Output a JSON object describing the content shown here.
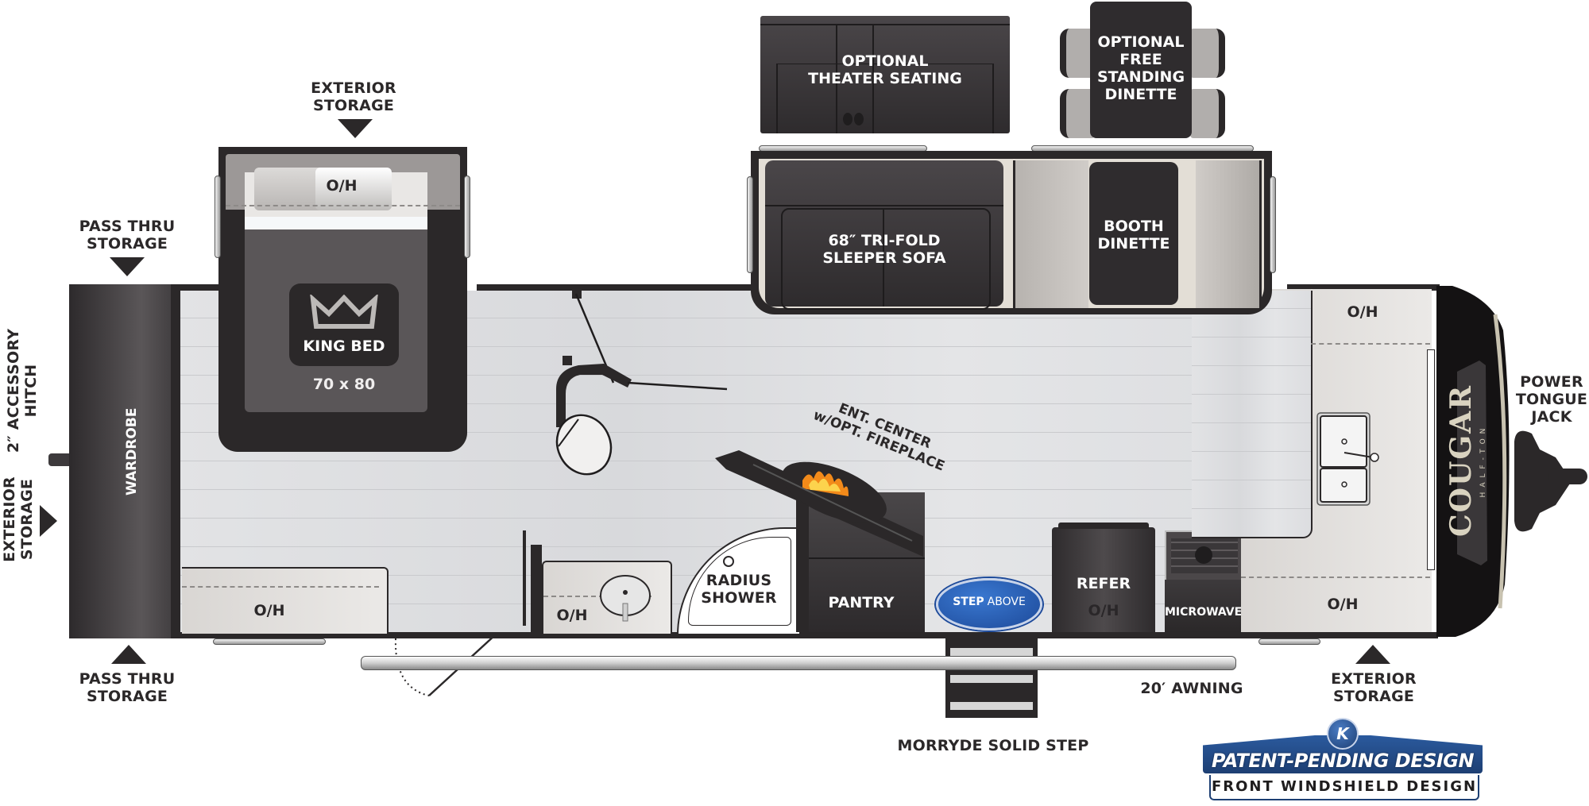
{
  "floorplan": {
    "brand": {
      "model": "COUGAR",
      "submodel": "HALF-TON"
    },
    "callouts": {
      "exterior_storage_top": [
        "EXTERIOR",
        "STORAGE"
      ],
      "pass_thru_storage_top": [
        "PASS THRU",
        "STORAGE"
      ],
      "pass_thru_storage_bottom": [
        "PASS THRU",
        "STORAGE"
      ],
      "accessory_hitch": [
        "2″ ACCESSORY",
        "HITCH"
      ],
      "exterior_storage_rear": [
        "EXTERIOR",
        "STORAGE"
      ],
      "exterior_storage_bottom_right": [
        "EXTERIOR",
        "STORAGE"
      ],
      "power_tongue_jack": [
        "POWER",
        "TONGUE",
        "JACK"
      ],
      "awning": "20′ AWNING",
      "step": "MORRYDE SOLID STEP"
    },
    "rooms": {
      "wardrobe": "WARDROBE",
      "bed_overhead": "O/H",
      "bed_label": "KING BED",
      "bed_size": "70 x 80",
      "rear_overhead": "O/H",
      "bath_overhead": "O/H",
      "shower": [
        "RADIUS",
        "SHOWER"
      ],
      "ent_center": [
        "ENT. CENTER",
        "w/OPT. FIREPLACE"
      ],
      "pantry": "PANTRY",
      "step_above_badge": [
        "STEP",
        "ABOVE"
      ],
      "refer": "REFER",
      "refer_overhead": "O/H",
      "microwave": "MICROWAVE",
      "kitchen_overhead_bottom": "O/H",
      "kitchen_overhead_top": "O/H",
      "sofa": [
        "68″ TRI-FOLD",
        "SLEEPER SOFA"
      ],
      "booth_dinette": [
        "BOOTH",
        "DINETTE"
      ],
      "theater_seating": [
        "OPTIONAL",
        "THEATER SEATING"
      ],
      "free_standing_dinette": [
        "OPTIONAL",
        "FREE",
        "STANDING",
        "DINETTE"
      ]
    },
    "badge": {
      "title": "PATENT-PENDING DESIGN",
      "subtitle": "FRONT WINDSHIELD DESIGN",
      "logo_letter": "K"
    }
  },
  "colors": {
    "wall": "#2b2829",
    "furniture_dark": "#3a3638",
    "cabinet": "#dedbd8",
    "floor": "#dcdde0",
    "badge_blue": "#1d3f73",
    "step_above_blue": "#2456a6"
  }
}
